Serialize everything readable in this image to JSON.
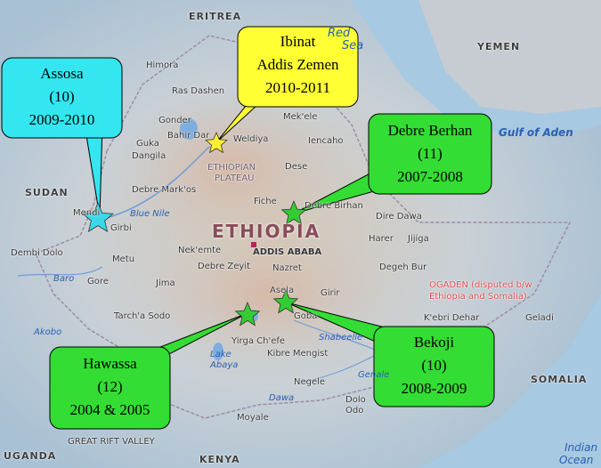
{
  "map_labels": {
    "eritrea": "ERITREA",
    "red_sea_1": "Red",
    "red_sea_2": "Sea",
    "yemen": "YEMEN",
    "gulf_of_aden": "Gulf of Aden",
    "sudan": "SUDAN",
    "ethiopia": "ETHIOPIA",
    "somalia": "SOMALIA",
    "uganda": "UGANDA",
    "kenya": "KENYA",
    "indian_ocean_1": "Indian",
    "indian_ocean_2": "Ocean",
    "ogaden_1": "OGADEN (disputed b/w",
    "ogaden_2": "Ethiopia and Somalia)",
    "great_rift_valley": "GREAT RIFT VALLEY",
    "ethiopian_plateau_1": "ETHIOPIAN",
    "ethiopian_plateau_2": "PLATEAU",
    "blue_nile": "Blue Nile",
    "addis_ababa": "ADDIS ABABA",
    "cities": {
      "himora": "Himora",
      "ras_dashen": "Ras Dashen",
      "gonder": "Gonder",
      "bahir_dar": "Bahir Dar",
      "weldiya": "Weldiya",
      "mekele": "Mek'ele",
      "lencaho": "Iencaho",
      "gulka": "Guka",
      "dangila": "Dangila",
      "dese": "Dese",
      "debre_markos": "Debre Mark'os",
      "fiche": "Fiche",
      "debre_birhan": "Debre Birhan",
      "dire_dawa": "Dire Dawa",
      "jijiga": "Jijiga",
      "harer": "Harer",
      "mendi": "Mendi",
      "girbi": "Girbi",
      "dembi_dolo": "Dembi Dolo",
      "nekemte": "Nek'emte",
      "debre_zeyit": "Debre Zeyit",
      "nazret": "Nazret",
      "degeh_bur": "Degeh Bur",
      "metu": "Metu",
      "gore": "Gore",
      "jima": "Jima",
      "asela": "Asela",
      "girir": "Girir",
      "tarcha_sodo": "Tarch'a Sodo",
      "goba": "Goba",
      "kebri_dehar": "K'ebri Dehar",
      "geladi": "Geladi",
      "yirga_chefe": "Yirga Ch'efe",
      "kibre_mengist": "Kibre Mengist",
      "negele": "Negele",
      "dolo_odo_1": "Dolo",
      "dolo_odo_2": "Odo",
      "moyale": "Moyale",
      "baro": "Baro",
      "akobo": "Akobo",
      "lake_abaya_1": "Lake",
      "lake_abaya_2": "Abaya",
      "shabeelle": "Shabeelle",
      "dawa": "Dawa",
      "genale": "Genale"
    }
  },
  "callouts": [
    {
      "id": "assosa",
      "lines": [
        "Assosa",
        "(10)",
        "2009-2010"
      ],
      "fill": "#33e6f0"
    },
    {
      "id": "ibinat",
      "lines": [
        "Ibinat",
        "Addis Zemen",
        "2010-2011"
      ],
      "fill": "#ffff33"
    },
    {
      "id": "debre-berhan",
      "lines": [
        "Debre Berhan",
        "(11)",
        "2007-2008"
      ],
      "fill": "#33dd33"
    },
    {
      "id": "hawassa",
      "lines": [
        "Hawassa",
        "(12)",
        "2004 & 2005"
      ],
      "fill": "#33dd33"
    },
    {
      "id": "bekoji",
      "lines": [
        "Bekoji",
        "(10)",
        "2008-2009"
      ],
      "fill": "#33dd33"
    }
  ],
  "colors": {
    "star_cyan": "#3cd8ea",
    "star_yellow": "#ffee33",
    "star_green": "#33cc33"
  }
}
